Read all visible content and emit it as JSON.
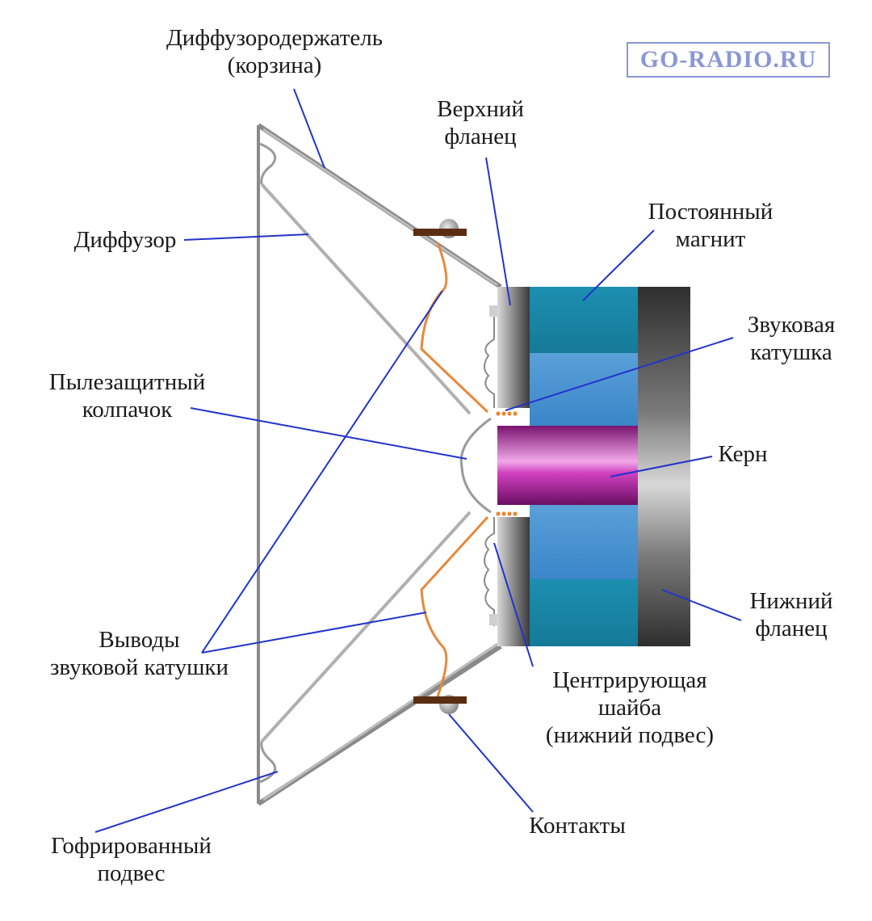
{
  "watermark": "GO-RADIO.RU",
  "labels": {
    "basket": {
      "line1": "Диффузородержатель",
      "line2": "(корзина)"
    },
    "upper_flange": {
      "line1": "Верхний",
      "line2": "фланец"
    },
    "magnet": {
      "line1": "Постоянный",
      "line2": "магнит"
    },
    "diffuser": {
      "line1": "Диффузор"
    },
    "voice_coil": {
      "line1": "Звуковая",
      "line2": "катушка"
    },
    "dust_cap": {
      "line1": "Пылезащитный",
      "line2": "колпачок"
    },
    "core": {
      "line1": "Керн"
    },
    "lower_flange": {
      "line1": "Нижний",
      "line2": "фланец"
    },
    "coil_leads": {
      "line1": "Выводы",
      "line2": "звуковой катушки"
    },
    "spider": {
      "line1": "Центрирующая",
      "line2": "шайба",
      "line3": "(нижний подвес)"
    },
    "contacts": {
      "line1": "Контакты"
    },
    "surround": {
      "line1": "Гофрированный",
      "line2": "подвес"
    }
  },
  "colors": {
    "leader": "#2233cc",
    "magnet_teal": "#1a8aa8",
    "magnet_light": "#5aa8e0",
    "core_magenta": "#c020b0",
    "coil_leads": "#e8883a",
    "frame_gray": "#8a8a8a",
    "contacts_brown": "#5a2e12"
  }
}
